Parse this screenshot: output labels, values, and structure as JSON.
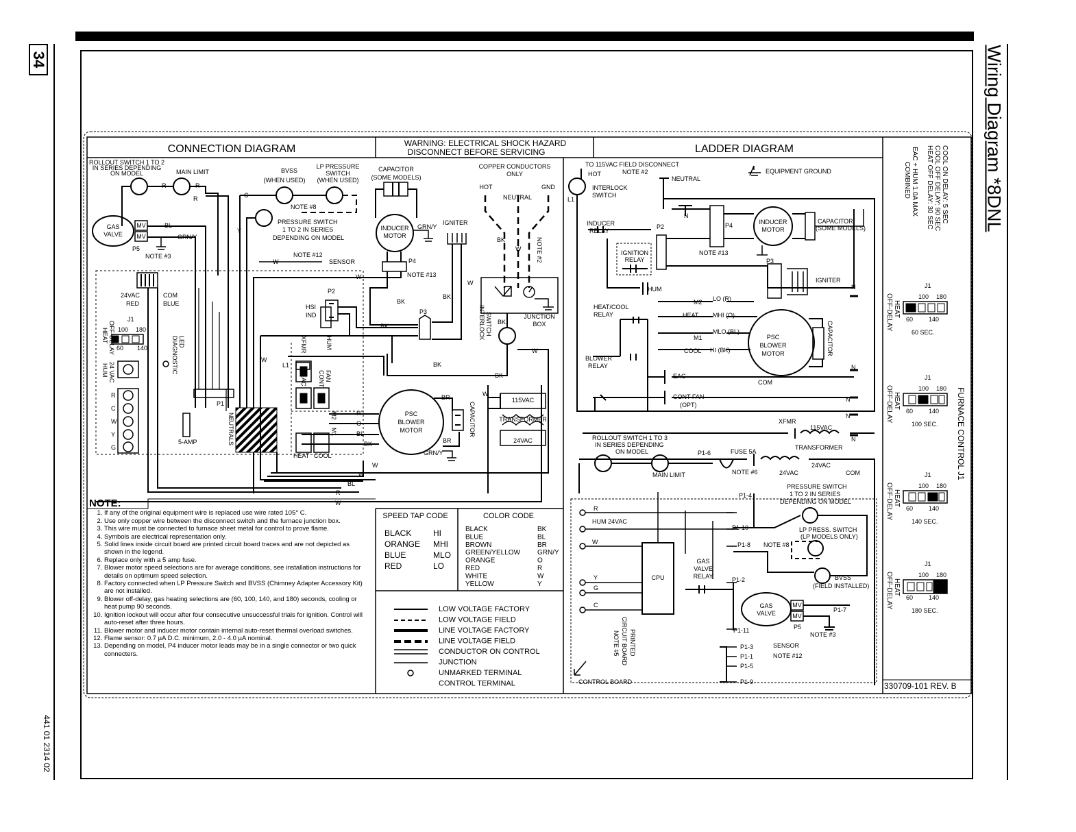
{
  "page_number": "34",
  "document_number": "441 01 2314 02",
  "page_title": "Wiring Diagram *8DNL",
  "header": {
    "connection_diagram": "CONNECTION DIAGRAM",
    "warning_line1": "WARNING: ELECTRICAL SHOCK HAZARD",
    "warning_line2": "DISCONNECT BEFORE SERVICING",
    "ladder_diagram": "LADDER DIAGRAM"
  },
  "connection": {
    "rollout": "ROLLOUT SWITCH 1 TO 2",
    "rollout2": "IN SERIES DEPENDING",
    "rollout3": "ON MODEL",
    "main_limit": "MAIN LIMIT",
    "bvss": "BVSS",
    "bvss2": "(WHEN USED)",
    "lp": "LP PRESSURE",
    "lp2": "SWITCH",
    "lp3": "(WHEN USED)",
    "capacitor": "CAPACITOR",
    "capacitor2": "(SOME MODELS)",
    "copper": "COPPER CONDUCTORS",
    "copper2": "ONLY",
    "hot": "HOT",
    "neutral": "NEUTRAL",
    "gnd": "GND",
    "note8": "NOTE #8",
    "pressure_switch": "PRESSURE SWITCH",
    "pressure_switch2": "1 TO 2 IN SERIES",
    "pressure_switch3": "DEPENDING ON MODEL",
    "gas_valve": "GAS",
    "gas_valve2": "VALVE",
    "mv": "MV",
    "p5": "P5",
    "note3": "NOTE #3",
    "note12": "NOTE #12",
    "sensor": "SENSOR",
    "inducer_motor": "INDUCER",
    "inducer_motor2": "MOTOR",
    "igniter": "IGNITER",
    "p4": "P4",
    "note13": "NOTE #13",
    "note2": "NOTE #2",
    "p2": "P2",
    "hsi_ind": "HSI",
    "hsi_ind2": "IND",
    "p3": "P3",
    "vac24": "24VAC",
    "red": "RED",
    "com": "COM",
    "blue": "BLUE",
    "j1": "J1",
    "heat_off_delay": "HEAT",
    "heat_off_delay2": "OFF-DELAY",
    "j1_100": "100",
    "j1_180": "180",
    "j1_60": "60",
    "j1_140": "140",
    "diag_led": "DIAGNOSTIC",
    "diag_led2": "LED",
    "hum": "HUM",
    "hum24": "24 VAC",
    "xfmr": "XFMR",
    "l1": "L1",
    "eac": "EAC",
    "cont_fan": "CONT",
    "cont_fan2": "FAN",
    "p1": "P1",
    "terminals": [
      "R",
      "C",
      "W",
      "Y",
      "G"
    ],
    "five_amp": "5-AMP",
    "neutrals": "NEUTRALS",
    "heat": "HEAT",
    "cool": "COOL",
    "m1": "M1",
    "m2": "M2",
    "psc_blower": "PSC",
    "psc_blower2": "BLOWER",
    "psc_blower3": "MOTOR",
    "capacitor_v": "CAPACITOR",
    "transformer": "TRANSFORMER",
    "t115": "115VAC",
    "t24": "24VAC",
    "interlock": "INTERLOCK",
    "interlock2": "SWITCH",
    "junction_box": "JUNCTION",
    "junction_box2": "BOX",
    "grny": "GRN/Y",
    "wires": {
      "R": "R",
      "BL": "BL",
      "W": "W",
      "Y": "Y",
      "C": "C",
      "BK": "BK",
      "BR": "BR",
      "O": "O"
    }
  },
  "ladder": {
    "to115": "TO 115VAC FIELD DISCONNECT",
    "hot": "HOT",
    "note2": "NOTE #2",
    "neutral": "NEUTRAL",
    "equipment_ground": "EQUIPMENT GROUND",
    "interlock": "INTERLOCK",
    "interlock2": "SWITCH",
    "l1": "L1",
    "n": "N",
    "inducer_relay": "INDUCER",
    "inducer_relay2": "RELAY",
    "p2": "P2",
    "p4": "P4",
    "inducer_motor": "INDUCER",
    "inducer_motor2": "MOTOR",
    "capacitor": "CAPACITOR",
    "capacitor2": "(SOME MODELS)",
    "ignition_relay": "IGNITION",
    "ignition_relay2": "RELAY",
    "note13": "NOTE #13",
    "p3": "P3",
    "igniter": "IGNITER",
    "hum": "HUM",
    "heat_cool_relay": "HEAT/COOL",
    "heat_cool_relay2": "RELAY",
    "m2": "M2",
    "lo": "LO (R)",
    "heat": "HEAT",
    "mhi": "MHI (O)",
    "m1": "M1",
    "mlo": "MLO (BL)",
    "cool": "COOL",
    "hi": "HI (BK)",
    "psc": "PSC",
    "psc2": "BLOWER",
    "psc3": "MOTOR",
    "capacitor_v": "CAPACITOR",
    "com": "COM",
    "blower_relay": "BLOWER",
    "blower_relay2": "RELAY",
    "eac": "EAC",
    "cont_fan": "CONT FAN",
    "cont_fan2": "(OPT)",
    "xfmr": "XFMR",
    "t115": "115VAC",
    "transformer": "TRANSFORMER",
    "rollout": "ROLLOUT SWITCH 1 TO 3",
    "rollout2": "IN SERIES DEPENDING",
    "rollout3": "ON MODEL",
    "p16": "P1-6",
    "fuse": "FUSE 5A",
    "t24": "24VAC",
    "main_limit": "MAIN LIMIT",
    "note6": "NOTE #6",
    "vac24": "24VAC",
    "com2": "COM",
    "pressure_switch": "PRESSURE SWITCH",
    "pressure_switch2": "1 TO 2 IN SERIES",
    "pressure_switch3": "DEPENDING ON MODEL",
    "p14": "P1-4",
    "r": "R",
    "hum24": "HUM 24VAC",
    "p110": "P1-10",
    "lp_press": "LP PRESS. SWITCH",
    "lp_press2": "(LP MODELS ONLY)",
    "w": "W",
    "p18": "P1-8",
    "note8": "NOTE #8",
    "gas_valve_relay": "GAS",
    "gas_valve_relay2": "VALVE",
    "gas_valve_relay3": "RELAY",
    "bvss": "BVSS",
    "bvss2": "(FIELD INSTALLED)",
    "y": "Y",
    "g": "G",
    "cpu": "CPU",
    "p12": "P1-2",
    "c": "C",
    "gas": "GAS",
    "gas2": "VALVE",
    "mv": "MV",
    "p5": "P5",
    "p17": "P1-7",
    "note3": "NOTE #3",
    "p111": "P1-11",
    "p13": "P1-3",
    "p11": "P1-1",
    "p15": "P1-5",
    "p19": "P1-9",
    "sensor": "SENSOR",
    "note12": "NOTE #12",
    "printed": "PRINTED",
    "printed2": "CIRCUIT BOARD",
    "printed3": "NOTE #5",
    "control_board": "CONTROL BOARD"
  },
  "delays": {
    "cool_on": "COOL ON DELAY: 5 SEC",
    "cool_off": "COOL OFF DELAY: 90 SEC",
    "heat_off": "HEAT OFF DELAY: 30 SEC",
    "eac_hum": "EAC + HUM 1.0A MAX",
    "combined": "COMBINED",
    "furnace_control": "FURNACE CONTROL J1",
    "jumpers": [
      {
        "heat": "HEAT",
        "off": "OFF-DELAY",
        "j": "J1",
        "a": "100",
        "b": "180",
        "c": "60",
        "d": "140",
        "sec": "60 SEC."
      },
      {
        "heat": "HEAT",
        "off": "OFF-DELAY",
        "j": "J1",
        "a": "100",
        "b": "180",
        "c": "60",
        "d": "140",
        "sec": "100 SEC."
      },
      {
        "heat": "HEAT",
        "off": "OFF-DELAY",
        "j": "J1",
        "a": "100",
        "b": "180",
        "c": "60",
        "d": "140",
        "sec": "140 SEC."
      },
      {
        "heat": "HEAT",
        "off": "OFF-DELAY",
        "j": "J1",
        "a": "100",
        "b": "180",
        "c": "60",
        "d": "140",
        "sec": "180 SEC."
      }
    ],
    "rev": "330709-101 REV. B"
  },
  "notes": {
    "heading": "NOTE:",
    "items": [
      "If any of the original equipment wire is replaced use wire rated 105° C.",
      "Use only copper wire between the disconnect switch and the furnace junction box.",
      "This wire must be connected to furnace sheet metal for control to prove flame.",
      "Symbols are electrical representation only.",
      "Solid lines inside circuit board are printed circuit board traces and are not depicted as shown in the legend.",
      "Replace only with a 5 amp fuse.",
      "Blower motor speed selections are for average conditions, see installation instructions for details on optimum speed selection.",
      "Factory connected when LP Pressure Switch and BVSS (Chimney Adapter Accessory Kit) are not installed.",
      "Blower off-delay, gas heating selections are (60, 100, 140, and 180) seconds, cooling or heat pump 90 seconds.",
      "Ignition lockout will occur after four consecutive unsuccessful trials for ignition. Control will auto-reset after three hours.",
      "Blower motor and inducer motor contain internal auto-reset thermal overload switches.",
      "Flame sensor: 0.7 µA D.C. minimum, 2.0 - 4.0 µA nominal.",
      "Depending on model, P4 inducer motor leads may be in a single connector or two quick connecters."
    ]
  },
  "speed_tap": {
    "title": "SPEED TAP CODE",
    "rows": [
      [
        "BLACK",
        "HI"
      ],
      [
        "ORANGE",
        "MHI"
      ],
      [
        "BLUE",
        "MLO"
      ],
      [
        "RED",
        "LO"
      ]
    ]
  },
  "color_code": {
    "title": "COLOR CODE",
    "rows": [
      [
        "BLACK",
        "BK"
      ],
      [
        "BLUE",
        "BL"
      ],
      [
        "BROWN",
        "BR"
      ],
      [
        "GREEN/YELLOW",
        "GRN/Y"
      ],
      [
        "ORANGE",
        "O"
      ],
      [
        "RED",
        "R"
      ],
      [
        "WHITE",
        "W"
      ],
      [
        "YELLOW",
        "Y"
      ]
    ]
  },
  "legend": {
    "items": [
      "LOW VOLTAGE FACTORY",
      "LOW VOLTAGE FIELD",
      "LINE VOLTAGE FACTORY",
      "LINE VOLTAGE FIELD",
      "CONDUCTOR ON CONTROL",
      "JUNCTION",
      "UNMARKED TERMINAL",
      "CONTROL TERMINAL"
    ]
  }
}
